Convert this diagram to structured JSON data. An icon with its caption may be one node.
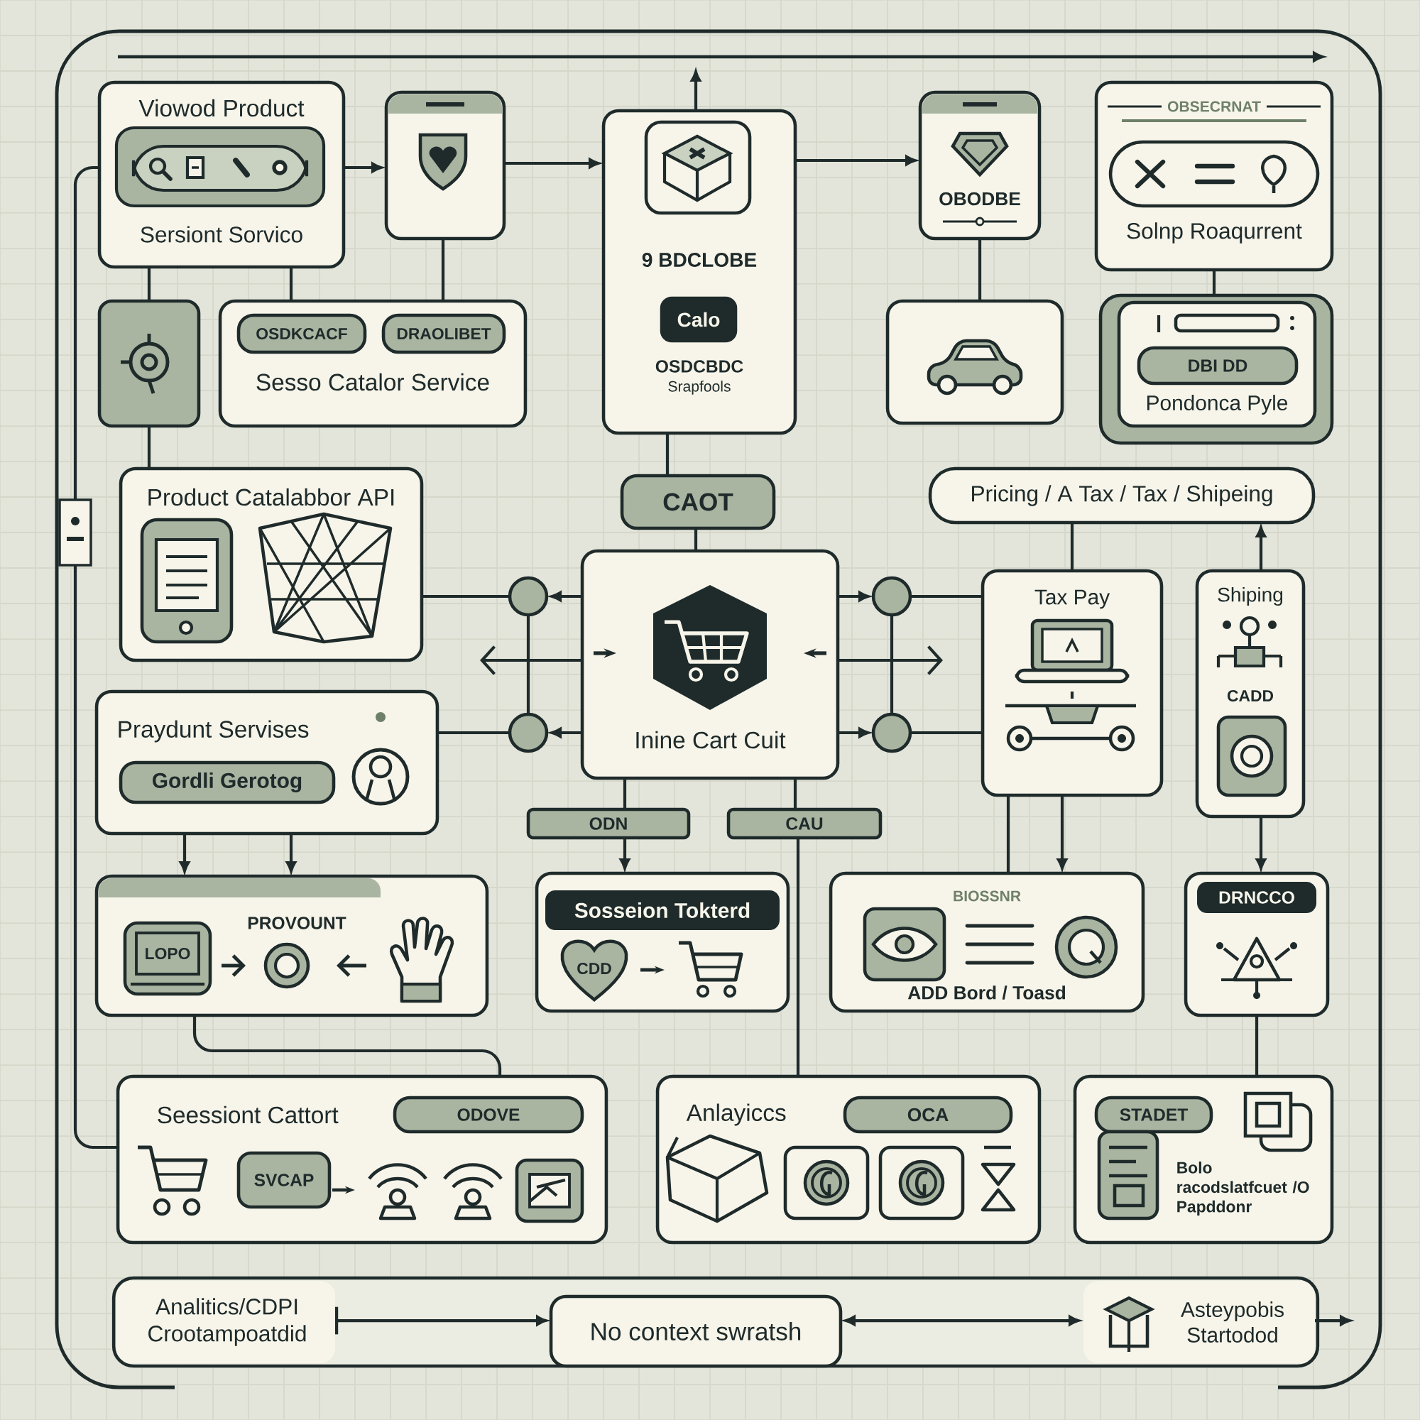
{
  "diagram": {
    "nodes": [
      {
        "text": [
          "Viowod Product",
          "Sersiont Sorvico"
        ]
      },
      {
        "text": [],
        "shape": "box"
      },
      {
        "text": [
          "9 BDCLOBE",
          "OSDCBDC",
          "Srapfools"
        ]
      },
      {
        "text": [
          "Calo"
        ],
        "in": 2
      },
      {
        "text": [
          "OBODBE"
        ]
      },
      {
        "text": [
          "OBSECRNAT",
          "Solnp Roaqurrent"
        ]
      },
      {
        "text": [],
        "shape": "box"
      },
      {
        "text": [
          "Sesso Catalor Service"
        ]
      },
      {
        "text": [
          "OSDKCACF"
        ],
        "in": 7
      },
      {
        "text": [
          "DRAOLIBET"
        ],
        "in": 7
      },
      {
        "text": [],
        "shape": "box"
      },
      {
        "text": [],
        "shape": "box"
      },
      {
        "text": [
          "Pondonca Pyle"
        ],
        "in": 11
      },
      {
        "text": [
          "DBI DD"
        ],
        "in": 12
      },
      {
        "text": [
          "CAOT"
        ]
      },
      {
        "text": [
          "Pricing / A Tax / Tax / Shipeing"
        ]
      },
      {
        "text": [
          "Product Catalabbor API"
        ]
      },
      {
        "text": [],
        "shape": "circle"
      },
      {
        "text": [],
        "shape": "circle"
      },
      {
        "text": [
          "Inine Cart Cuit"
        ]
      },
      {
        "text": [
          "Tax Pay"
        ]
      },
      {
        "text": [
          "Shiping",
          "CADD"
        ]
      },
      {
        "text": [],
        "shape": "circle"
      },
      {
        "text": [],
        "shape": "circle"
      },
      {
        "text": [
          "Praydunt Servises"
        ]
      },
      {
        "text": [
          "Gordli Gerotog"
        ],
        "in": 24
      },
      {
        "text": [
          "ODN"
        ]
      },
      {
        "text": [
          "CAU"
        ]
      },
      {
        "text": [
          "PROVOUNT"
        ]
      },
      {
        "text": [
          "LOPO"
        ],
        "in": 28
      },
      {
        "text": [
          "Sosseion Tokterd"
        ]
      },
      {
        "text": [
          "CDD"
        ],
        "in": 30
      },
      {
        "text": [
          "BIOSSNR",
          "ADD Bord / Toasd"
        ]
      },
      {
        "text": [
          "DRNCCO"
        ]
      },
      {
        "text": [
          "Seessiont Cattort"
        ]
      },
      {
        "text": [
          "ODOVE"
        ],
        "in": 34
      },
      {
        "text": [
          "SVCAP"
        ],
        "in": 34
      },
      {
        "text": [
          "Anlayiccs"
        ]
      },
      {
        "text": [
          "OCA"
        ],
        "in": 37
      },
      {
        "text": [
          "Bolo racodslatfcuet /O Papddonr"
        ]
      },
      {
        "text": [
          "STADET"
        ],
        "in": 39
      },
      {
        "text": [],
        "shape": "box"
      },
      {
        "text": [
          "Analitics/CDPI Crootampoatdid"
        ],
        "in": 41
      },
      {
        "text": [
          "No context swratsh"
        ],
        "in": 41
      },
      {
        "text": [
          "Asteypobis Startodod"
        ],
        "in": 41
      }
    ],
    "edges": [
      {
        "from": 0,
        "to": 1,
        "arrow": "to"
      },
      {
        "from": 0,
        "to": 6,
        "arrow": "none"
      },
      {
        "from": 0,
        "to": 7,
        "arrow": "none"
      },
      {
        "from": 1,
        "to": 7,
        "arrow": "none"
      },
      {
        "from": 1,
        "to": 2,
        "arrow": "to"
      },
      {
        "from": 2,
        "to": 4,
        "arrow": "to"
      },
      {
        "from": 4,
        "to": 10,
        "arrow": "none"
      },
      {
        "from": 5,
        "to": 11,
        "arrow": "none"
      },
      {
        "from": 2,
        "to": null,
        "arrow": "to"
      },
      {
        "from": 6,
        "to": 16,
        "arrow": "none"
      },
      {
        "from": 2,
        "to": 14,
        "arrow": "none"
      },
      {
        "from": 14,
        "to": 19,
        "arrow": "none"
      },
      {
        "from": 19,
        "to": 17,
        "arrow": "to"
      },
      {
        "from": 19,
        "to": 22,
        "arrow": "to"
      },
      {
        "from": 19,
        "to": 18,
        "arrow": "to"
      },
      {
        "from": 19,
        "to": 23,
        "arrow": "to"
      },
      {
        "from": 17,
        "to": 16,
        "arrow": "none"
      },
      {
        "from": 22,
        "to": 24,
        "arrow": "none"
      },
      {
        "from": 18,
        "to": 20,
        "arrow": "none"
      },
      {
        "from": 23,
        "to": 20,
        "arrow": "none"
      },
      {
        "from": 15,
        "to": 20,
        "arrow": "none"
      },
      {
        "from": 21,
        "to": 15,
        "arrow": "to"
      },
      {
        "from": 19,
        "to": 26,
        "arrow": "none"
      },
      {
        "from": 19,
        "to": 27,
        "arrow": "none"
      },
      {
        "from": 26,
        "to": 30,
        "arrow": "to"
      },
      {
        "from": 24,
        "to": 28,
        "arrow": "to"
      },
      {
        "from": 24,
        "to": 28,
        "arrow": "to"
      },
      {
        "from": 20,
        "to": 32,
        "arrow": "to"
      },
      {
        "from": 20,
        "to": 32,
        "arrow": "none"
      },
      {
        "from": 21,
        "to": 33,
        "arrow": "to"
      },
      {
        "from": 33,
        "to": 39,
        "arrow": "none"
      },
      {
        "from": 28,
        "to": 34,
        "arrow": "none"
      },
      {
        "from": 27,
        "to": 37,
        "arrow": "none"
      },
      {
        "from": 0,
        "to": 34,
        "arrow": "none"
      },
      {
        "from": 42,
        "to": 43,
        "arrow": "to"
      },
      {
        "from": 43,
        "to": 44,
        "arrow": "both"
      },
      {
        "from": 44,
        "to": null,
        "arrow": "to"
      },
      {
        "from": 19,
        "to": null,
        "arrow": "to"
      },
      {
        "from": 19,
        "to": null,
        "arrow": "to"
      },
      {
        "from": 17,
        "to": 22,
        "arrow": "none"
      },
      {
        "from": 18,
        "to": 23,
        "arrow": "none"
      }
    ]
  }
}
